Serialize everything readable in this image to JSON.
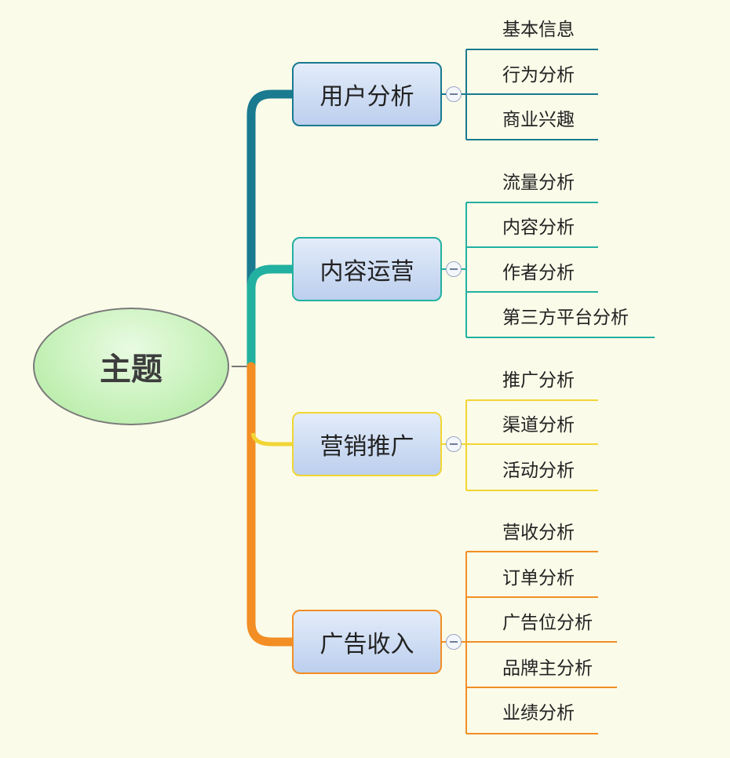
{
  "root": {
    "label": "主题"
  },
  "branches": [
    {
      "label": "用户分析",
      "color": "#197a90",
      "items": [
        "基本信息",
        "行为分析",
        "商业兴趣"
      ]
    },
    {
      "label": "内容运营",
      "color": "#22b0a0",
      "items": [
        "流量分析",
        "内容分析",
        "作者分析",
        "第三方平台分析"
      ]
    },
    {
      "label": "营销推广",
      "color": "#f2d534",
      "items": [
        "推广分析",
        "渠道分析",
        "活动分析"
      ]
    },
    {
      "label": "广告收入",
      "color": "#f28e24",
      "items": [
        "营收分析",
        "订单分析",
        "广告位分析",
        "品牌主分析",
        "业绩分析"
      ]
    }
  ]
}
